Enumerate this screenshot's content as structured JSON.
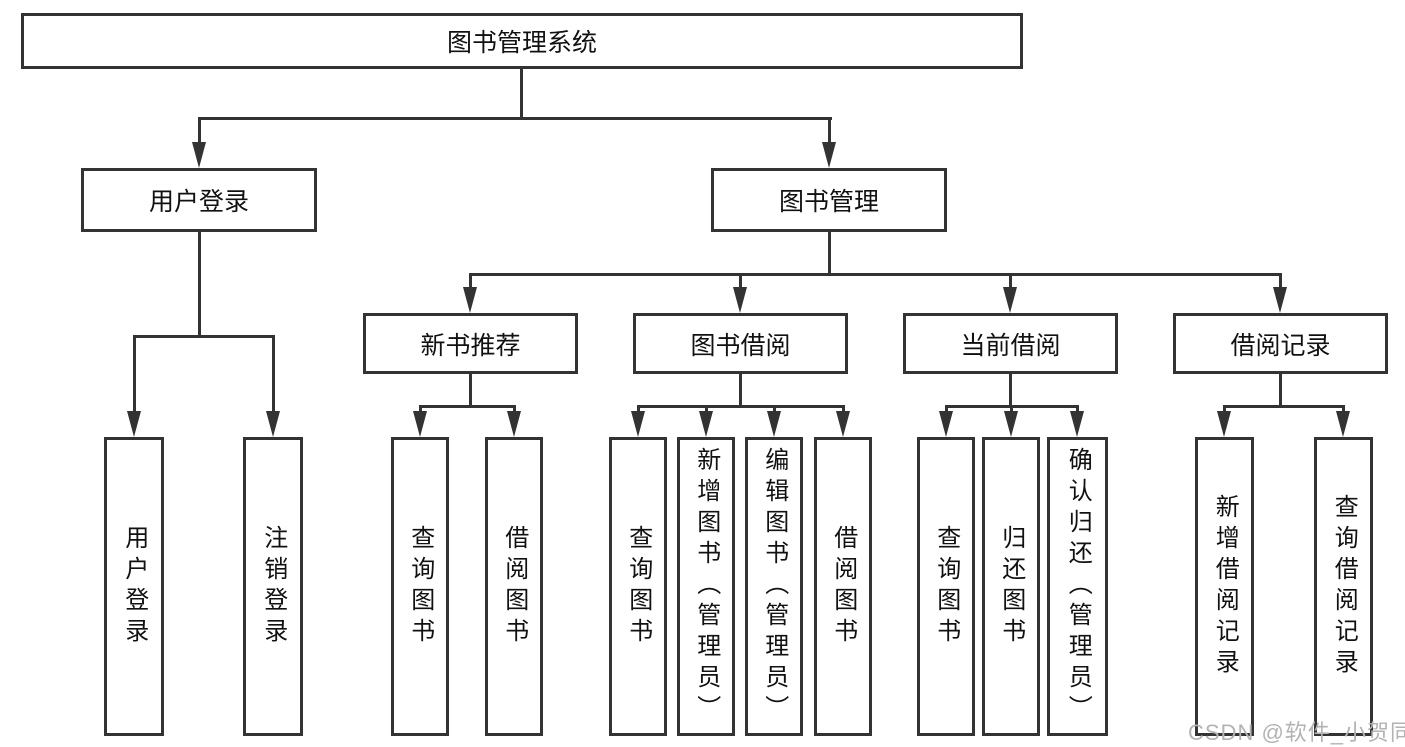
{
  "diagram": {
    "root": "图书管理系统",
    "level2": [
      "用户登录",
      "图书管理"
    ],
    "level3": [
      "新书推荐",
      "图书借阅",
      "当前借阅",
      "借阅记录"
    ],
    "leaves": {
      "user_login": [
        "用户登录",
        "注销登录"
      ],
      "new_book_recommend": [
        "查询图书",
        "借阅图书"
      ],
      "book_borrow": [
        "查询图书",
        "新增图书（管理员）",
        "编辑图书（管理员）",
        "借阅图书"
      ],
      "current_borrow": [
        "查询图书",
        "归还图书",
        "确认归还（管理员）"
      ],
      "borrow_records": [
        "新增借阅记录",
        "查询借阅记录"
      ]
    }
  },
  "watermark": "CSDN @软件_小贺同学",
  "colors": {
    "line": "#333333",
    "text": "#111111",
    "watermark": "#b3b3b3",
    "background": "#ffffff"
  }
}
